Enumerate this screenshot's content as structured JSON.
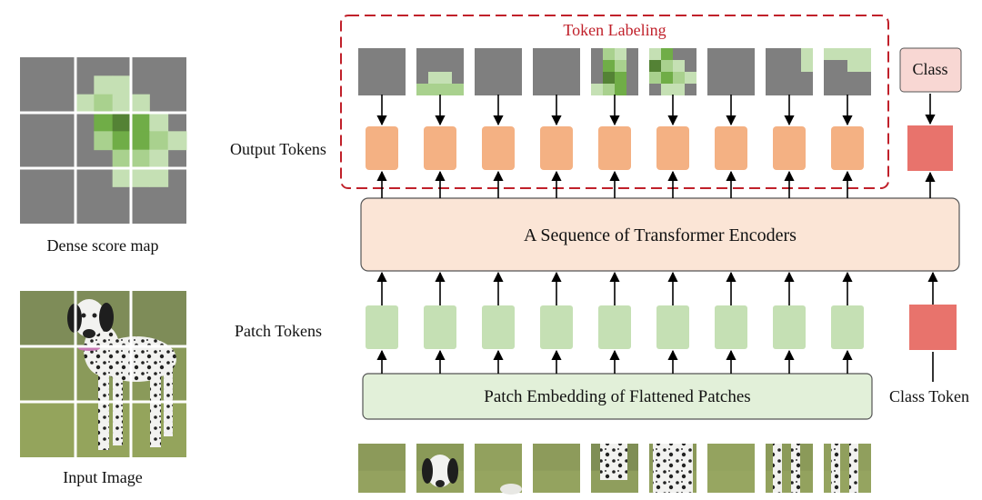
{
  "labels": {
    "dense_score_map": "Dense score map",
    "input_image": "Input Image",
    "output_tokens": "Output Tokens",
    "patch_tokens": "Patch Tokens",
    "token_labeling": "Token Labeling",
    "class_label": "Class",
    "transformer": "A Sequence of Transformer Encoders",
    "patch_embedding": "Patch Embedding of Flattened Patches",
    "class_token": "Class Token"
  },
  "colors": {
    "output_token": "#f4b183",
    "patch_token": "#c5e0b4",
    "class_token": "#e8736c",
    "transformer_fill": "#fbe5d6",
    "embedding_fill": "#e2f0d9",
    "class_box_fill": "#f8d7d3",
    "dashed_border": "#c0202a",
    "score_gray": "#7f7f7f",
    "green_light": "#c5e0b4",
    "green_mid": "#a9d18e",
    "green_dark": "#70ad47",
    "green_darker": "#548235"
  },
  "token_count": 9,
  "dense_map_grid": "3x3",
  "icons": [
    "up-arrow-icon",
    "dalmatian-dog-image"
  ]
}
